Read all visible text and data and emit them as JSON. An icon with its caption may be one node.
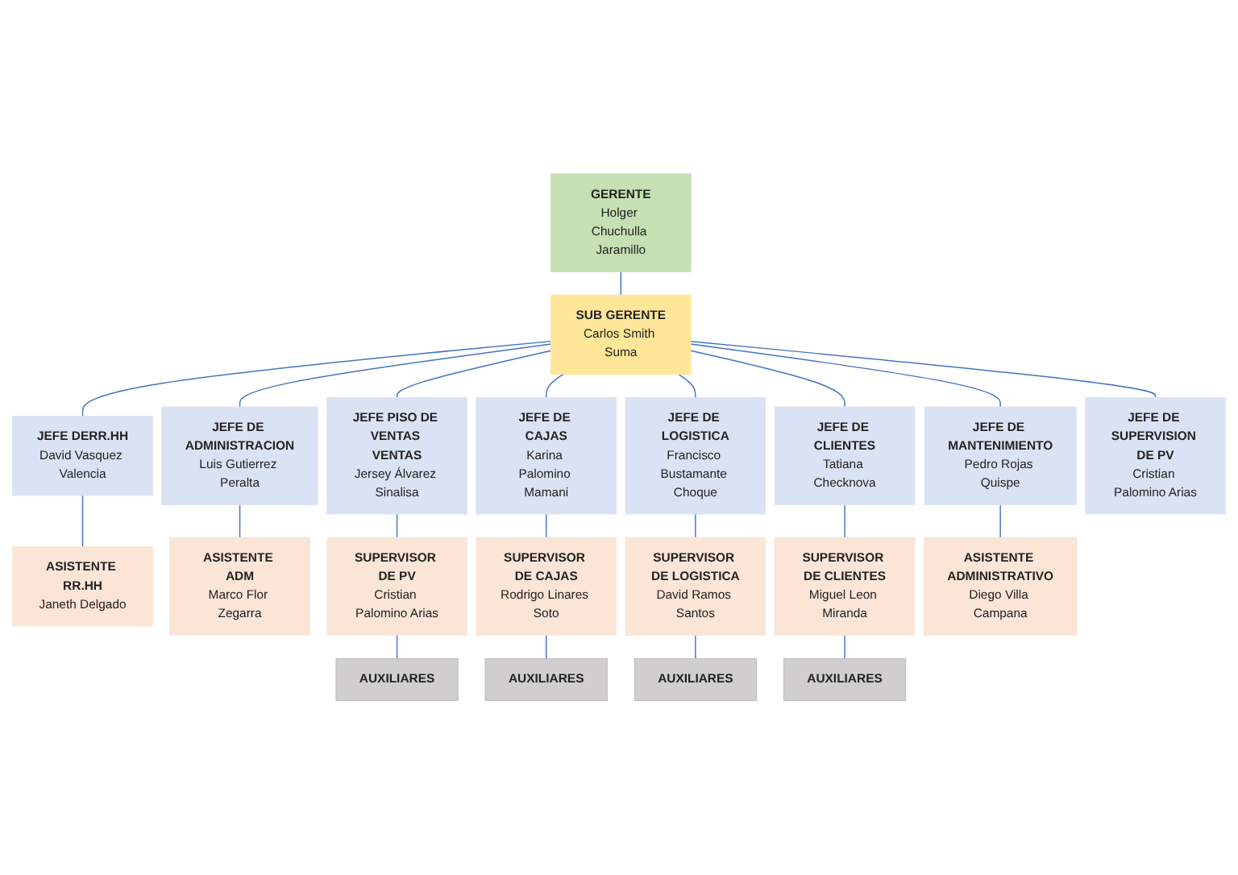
{
  "diagram": {
    "nodes": [
      {
        "text": [
          "GERENTE",
          "Holger Chuchulla Jaramillo"
        ]
      },
      {
        "text": [
          "SUB GERENTE",
          "Carlos Smith Suma"
        ]
      },
      {
        "text": [
          "JEFE DERR.HH",
          "David Vasquez Valencia"
        ]
      },
      {
        "text": [
          "JEFE DE ADMINISTRACION",
          "Luis Gutierrez Peralta"
        ]
      },
      {
        "text": [
          "JEFE PISO DE VENTAS VENTAS",
          "Jersey Álvarez Sinalisa"
        ]
      },
      {
        "text": [
          "JEFE DE CAJAS",
          "Karina Palomino Mamani"
        ]
      },
      {
        "text": [
          "JEFE DE LOGISTICA",
          "Francisco Bustamante Choque"
        ]
      },
      {
        "text": [
          "JEFE DE CLIENTES",
          "Tatiana Checknova"
        ]
      },
      {
        "text": [
          "JEFE DE MANTENIMIENTO",
          "Pedro Rojas Quispe"
        ]
      },
      {
        "text": [
          "JEFE DE SUPERVISION DE PV",
          "Cristian Palomino Arias"
        ]
      },
      {
        "text": [
          "ASISTENTE RR.HH",
          "Janeth Delgado"
        ]
      },
      {
        "text": [
          "ASISTENTE ADM",
          "Marco Flor Zegarra"
        ]
      },
      {
        "text": [
          "SUPERVISOR DE PV",
          "Cristian Palomino Arias"
        ]
      },
      {
        "text": [
          "SUPERVISOR DE CAJAS",
          "Rodrigo Linares Soto"
        ]
      },
      {
        "text": [
          "SUPERVISOR DE LOGISTICA",
          "David Ramos Santos"
        ]
      },
      {
        "text": [
          "SUPERVISOR DE CLIENTES",
          "Miguel Leon Miranda"
        ]
      },
      {
        "text": [
          "ASISTENTE ADMINISTRATIVO",
          "Diego Villa Campana"
        ]
      },
      {
        "text": [
          "AUXILIARES"
        ]
      },
      {
        "text": [
          "AUXILIARES"
        ]
      },
      {
        "text": [
          "AUXILIARES"
        ]
      },
      {
        "text": [
          "AUXILIARES"
        ]
      }
    ],
    "edges": [
      {
        "from": 0,
        "to": 1,
        "arrow": "none"
      },
      {
        "from": 1,
        "to": 2,
        "arrow": "none"
      },
      {
        "from": 1,
        "to": 3,
        "arrow": "none"
      },
      {
        "from": 1,
        "to": 4,
        "arrow": "none"
      },
      {
        "from": 1,
        "to": 5,
        "arrow": "none"
      },
      {
        "from": 1,
        "to": 6,
        "arrow": "none"
      },
      {
        "from": 1,
        "to": 7,
        "arrow": "none"
      },
      {
        "from": 1,
        "to": 8,
        "arrow": "none"
      },
      {
        "from": 1,
        "to": 9,
        "arrow": "none"
      },
      {
        "from": 2,
        "to": 10,
        "arrow": "none"
      },
      {
        "from": 3,
        "to": 11,
        "arrow": "none"
      },
      {
        "from": 4,
        "to": 12,
        "arrow": "none"
      },
      {
        "from": 5,
        "to": 13,
        "arrow": "none"
      },
      {
        "from": 6,
        "to": 14,
        "arrow": "none"
      },
      {
        "from": 7,
        "to": 15,
        "arrow": "none"
      },
      {
        "from": 8,
        "to": 16,
        "arrow": "none"
      },
      {
        "from": 12,
        "to": 17,
        "arrow": "none"
      },
      {
        "from": 13,
        "to": 18,
        "arrow": "none"
      },
      {
        "from": 14,
        "to": 19,
        "arrow": "none"
      },
      {
        "from": 15,
        "to": 20,
        "arrow": "none"
      }
    ]
  }
}
